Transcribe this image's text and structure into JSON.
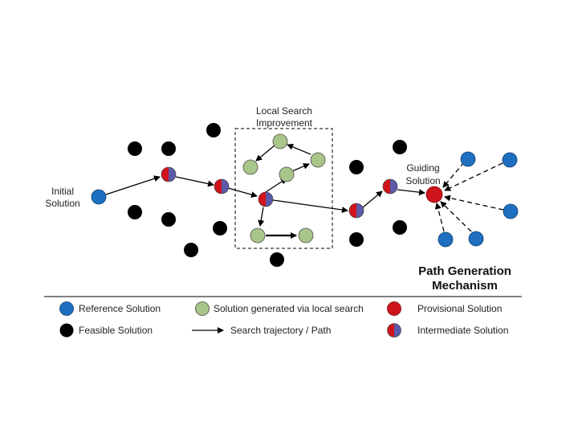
{
  "labels": {
    "initial_line1": "Initial",
    "initial_line2": "Solution",
    "local_line1": "Local Search",
    "local_line2": "Improvement",
    "guiding_line1": "Guiding",
    "guiding_line2": "Solution",
    "title_line1": "Path Generation",
    "title_line2": "Mechanism"
  },
  "legend": {
    "reference": "Reference Solution",
    "local_generated": "Solution generated via local search",
    "provisional": "Provisional Solution",
    "feasible": "Feasible Solution",
    "trajectory": "Search trajectory / Path",
    "intermediate": "Intermediate Solution"
  },
  "colors": {
    "reference": "#1f6fc0",
    "feasible": "#000000",
    "local": "#a8c58a",
    "provisional": "#d0141c",
    "intermediate_left": "#d0141c",
    "intermediate_right": "#5a5aa8"
  }
}
